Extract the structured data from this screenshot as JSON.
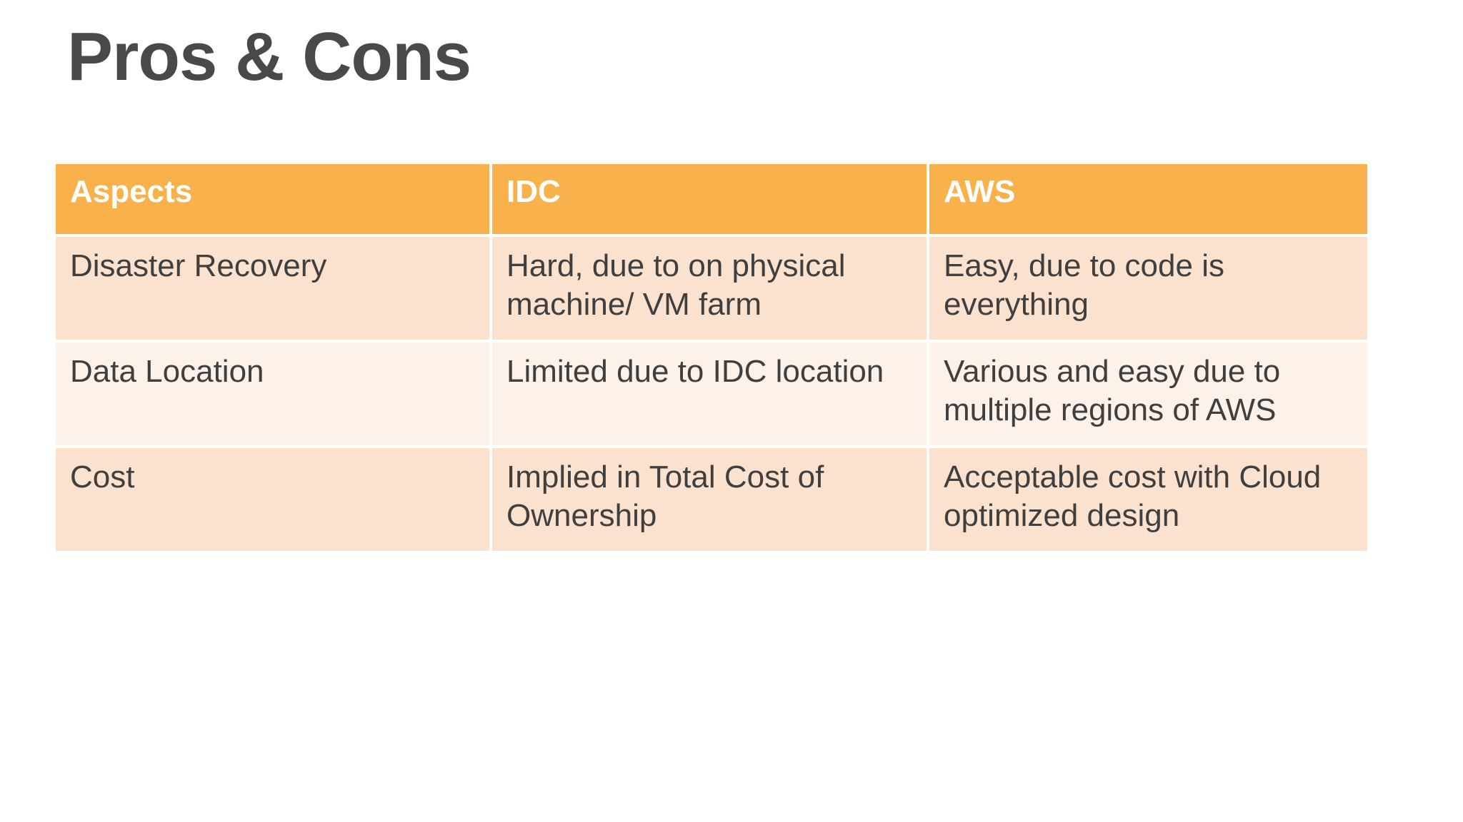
{
  "slide": {
    "title": "Pros & Cons",
    "background_color": "#FFFFFF",
    "title_color": "#494949"
  },
  "theme": {
    "header_bg": "#F9B24B",
    "header_text": "#FFFFFF",
    "row_band_dark": "#FBE2CF",
    "row_band_light": "#FDF2EA",
    "body_text": "#3F3F3F",
    "gridline": "#FFFFFF"
  },
  "table": {
    "columns": [
      {
        "key": "aspects",
        "label": "Aspects"
      },
      {
        "key": "idc",
        "label": "IDC"
      },
      {
        "key": "aws",
        "label": "AWS"
      }
    ],
    "rows": [
      {
        "aspects": "Disaster Recovery",
        "idc": "Hard, due to on physical machine/ VM farm",
        "aws": "Easy, due to code is everything"
      },
      {
        "aspects": "Data Location",
        "idc": "Limited due to IDC location",
        "aws": "Various and easy due to multiple regions of AWS"
      },
      {
        "aspects": "Cost",
        "idc": "Implied in Total Cost of Ownership",
        "aws": "Acceptable cost with Cloud optimized design"
      }
    ]
  }
}
